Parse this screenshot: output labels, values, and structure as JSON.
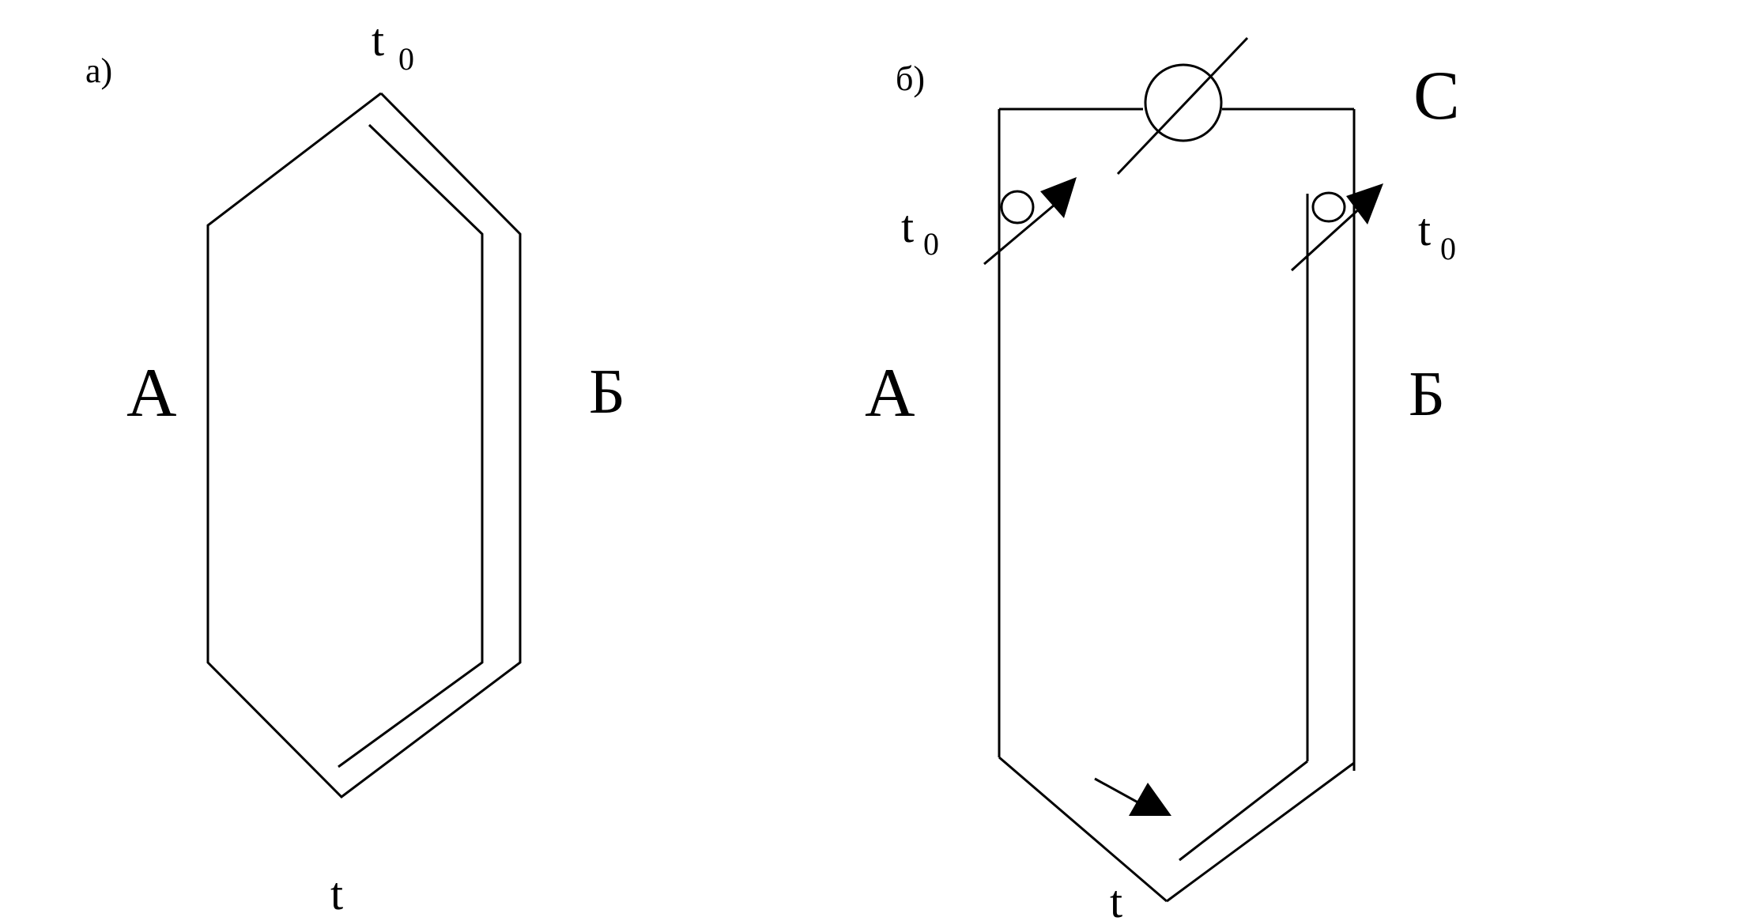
{
  "panel_a": {
    "tag": "а)",
    "hot_junction_label": "t",
    "hot_junction_sub": "0",
    "cold_end_label": "t",
    "left_conductor": "А",
    "right_conductor": "Б"
  },
  "panel_b": {
    "tag": "б)",
    "left_conductor": "А",
    "right_conductor": "Б",
    "meter_label": "С",
    "left_terminal_label": "t",
    "left_terminal_sub": "0",
    "right_terminal_label": "t",
    "right_terminal_sub": "0",
    "junction_label": "t"
  },
  "colors": {
    "line": "#000000",
    "background": "#ffffff"
  }
}
